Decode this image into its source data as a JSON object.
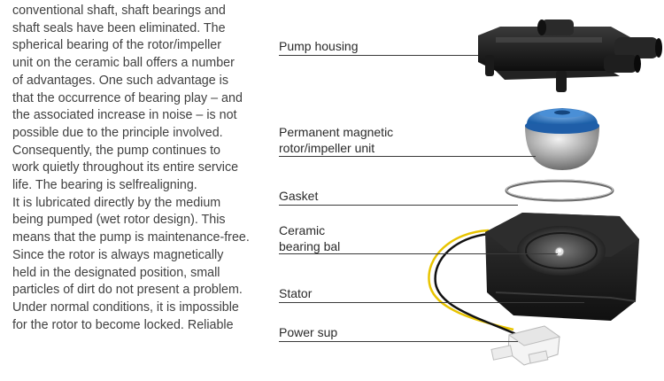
{
  "body_text": {
    "lines": [
      "conventional shaft, shaft bearings and",
      "shaft seals have been eliminated. The",
      "spherical bearing of the rotor/impeller",
      "unit on the ceramic ball offers a number",
      "of advantages. One such advantage is",
      "that the occurrence of bearing play – and",
      "the associated increase in noise – is not",
      "possible due to the principle involved.",
      "Consequently, the pump continues to",
      "work quietly throughout its entire service",
      "life. The bearing is selfrealigning.",
      "It is lubricated directly by the medium",
      "being pumped (wet rotor design). This",
      "means that the pump is maintenance-free.",
      "Since the rotor is always magnetically",
      "held in the designated position, small",
      "particles of dirt do not present a problem.",
      "Under normal conditions, it is impossible",
      "for the rotor to become locked. Reliable"
    ]
  },
  "labels": {
    "pump_housing": [
      "Pump housing"
    ],
    "rotor": [
      "Permanent magnetic",
      "rotor/impeller unit"
    ],
    "gasket": [
      "Gasket"
    ],
    "ceramic": [
      "Ceramic",
      "bearing bal"
    ],
    "stator": [
      "Stator"
    ],
    "power": [
      "Power sup"
    ]
  },
  "colors": {
    "rotor_blue": "#2a78c8",
    "housing_black": "#1c1c1c",
    "wire_yellow": "#e8c400"
  }
}
